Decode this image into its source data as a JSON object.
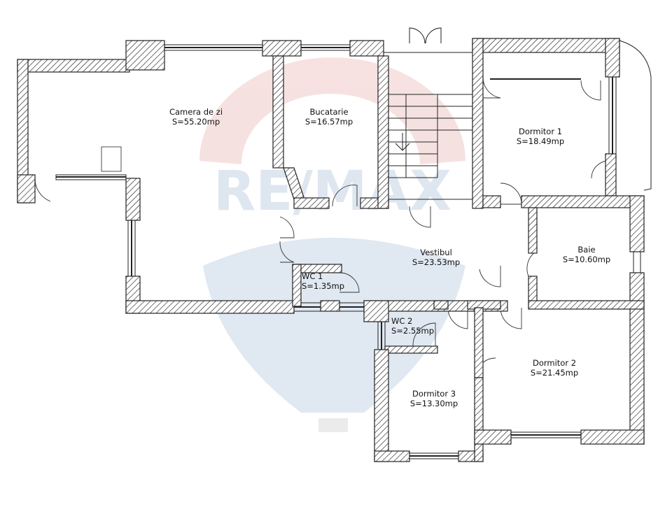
{
  "watermark": {
    "brand": "RE/MAX",
    "colors": {
      "red": "#f3d3d3",
      "blue": "#d9e3ef"
    }
  },
  "rooms": [
    {
      "name": "Camera de zi",
      "area": "S=55.20mp"
    },
    {
      "name": "Bucatarie",
      "area": "S=16.57mp"
    },
    {
      "name": "Dormitor 1",
      "area": "S=18.49mp"
    },
    {
      "name": "Vestibul",
      "area": "S=23.53mp"
    },
    {
      "name": "Baie",
      "area": "S=10.60mp"
    },
    {
      "name": "WC 1",
      "area": "S=1.35mp"
    },
    {
      "name": "WC 2",
      "area": "S=2.55mp"
    },
    {
      "name": "Dormitor 2",
      "area": "S=21.45mp"
    },
    {
      "name": "Dormitor 3",
      "area": "S=13.30mp"
    }
  ],
  "colors": {
    "wall": "#222222",
    "background": "#ffffff"
  }
}
